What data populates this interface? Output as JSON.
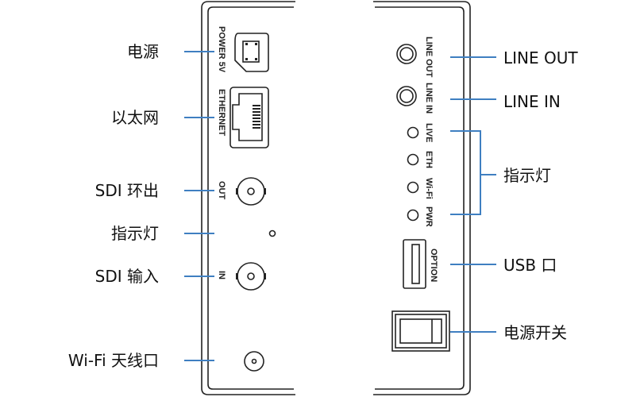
{
  "left_panel": {
    "callouts": [
      "电源",
      "以太网",
      "SDI 环出",
      "指示灯",
      "SDI 输入",
      "Wi-Fi 天线口"
    ],
    "ports": {
      "power": "POWER 5V",
      "ethernet": "ETHERNET",
      "out": "OUT",
      "in": "IN"
    }
  },
  "right_panel": {
    "callouts": [
      "LINE OUT",
      "LINE IN",
      "指示灯",
      "USB 口",
      "电源开关"
    ],
    "ports": {
      "line_out": "LINE OUT",
      "line_in": "LINE IN",
      "live": "LIVE",
      "eth": "ETH",
      "wifi": "Wi-Fi",
      "pwr": "PWR",
      "option": "OPTION"
    }
  },
  "colors": {
    "leader": "#3f7fc1",
    "outline": "#222222"
  }
}
